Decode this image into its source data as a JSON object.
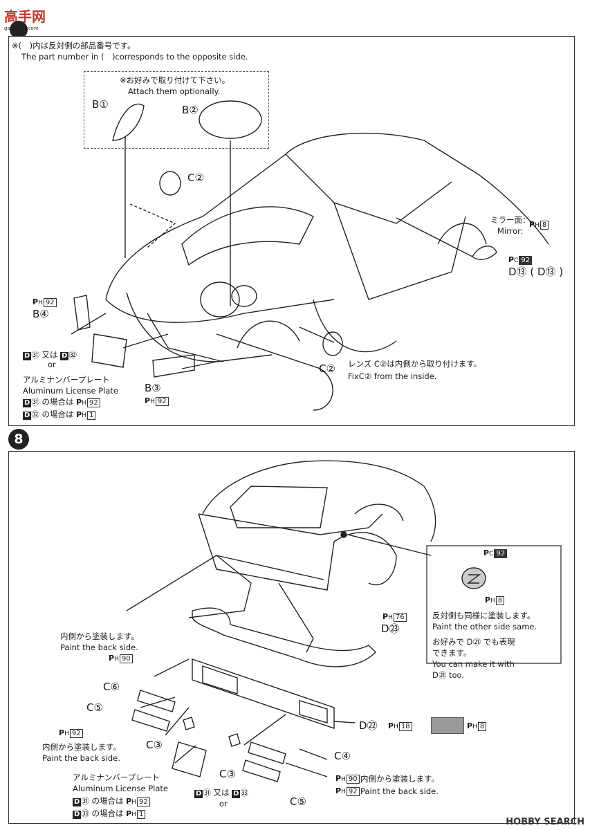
{
  "header": {
    "site_logo": "高手网",
    "site_sub": "gao-shou.com"
  },
  "step7": {
    "note_jp": "※(　)内は反対側の部品番号です。",
    "note_en": "The part number in (　)corresponds to the opposite side.",
    "optional_jp": "※お好みで取り付けて下さい。",
    "optional_en": "Attach them optionally.",
    "part_b1": "B①",
    "part_b2": "B②",
    "part_c2_top": "C②",
    "mirror_jp": "ミラー面：",
    "mirror_en": "Mirror:",
    "mirror_ph": "8",
    "d13": "D⑬ ( D⑬ )",
    "d13_pc": "92",
    "b4_ph": "92",
    "part_b4": "B④",
    "d31_or_d32_jp": "又は",
    "or": "or",
    "d31": "㉛",
    "d32": "㉜",
    "plate_jp": "アルミナンバープレート",
    "plate_en": "Aluminum License Plate",
    "case_d31": "の場合は",
    "case_d31_ph": "92",
    "case_d32_ph": "1",
    "part_b3": "B③",
    "b3_ph": "92",
    "part_c2_bottom": "C②",
    "lens_jp": "レンズ C②は内側から取り付けます。",
    "lens_en": "FixC② from the inside."
  },
  "step8": {
    "number": "8",
    "paint_back_jp": "内側から塗装します。",
    "paint_back_en": "Paint the back side.",
    "c6_ph": "90",
    "part_c6": "C⑥",
    "part_c5_left": "C⑤",
    "c5_ph": "92",
    "paint_back2_jp": "内側から塗装します。",
    "paint_back2_en": "Paint the back side.",
    "part_c3_left": "C③",
    "part_c3_mid": "C③",
    "plate_jp": "アルミナンバープレート",
    "plate_en": "Aluminum License Plate",
    "case_d31_ph": "92",
    "case_d33_ph": "1",
    "case_label": "の場合は",
    "or_jp": "又は",
    "or": "or",
    "d31": "㉛",
    "d33": "㉝",
    "emblem_pc": "92",
    "emblem_ph": "8",
    "other_side_jp": "反対側も同様に塗装します。",
    "other_side_en": "Paint the other side same.",
    "optional_jp": "お好みで D㉑ でも表現",
    "optional_jp2": "できます。",
    "optional_en": "You can make it with",
    "optional_en2": "D㉑ too.",
    "d23_ph": "76",
    "part_d23": "D㉓",
    "part_d22": "D㉒",
    "d22_ph": "18",
    "swatch_ph": "8",
    "part_c4": "C④",
    "c4_ph": "90",
    "c4_note_jp": "内側から塗装します。",
    "c5r_ph": "92",
    "c5r_note_en": "Paint the back side.",
    "part_c5_right": "C⑤"
  },
  "footer": {
    "watermark": "HOBBY SEARCH"
  },
  "colors": {
    "ink": "#1a1a1a",
    "swatch": "#9a9a9a",
    "logo": "#c0392b"
  }
}
